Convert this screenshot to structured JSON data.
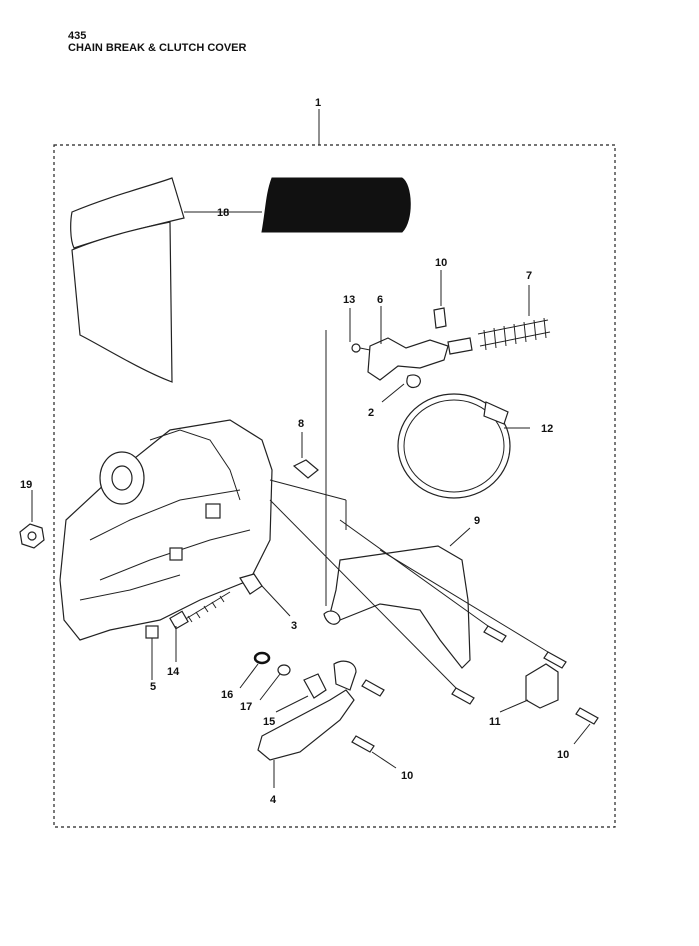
{
  "header": {
    "model": "435",
    "title": "CHAIN BREAK & CLUTCH COVER"
  },
  "callouts": [
    {
      "id": "c1",
      "label": "1"
    },
    {
      "id": "c18",
      "label": "18"
    },
    {
      "id": "c10a",
      "label": "10"
    },
    {
      "id": "c7",
      "label": "7"
    },
    {
      "id": "c13",
      "label": "13"
    },
    {
      "id": "c6",
      "label": "6"
    },
    {
      "id": "c2",
      "label": "2"
    },
    {
      "id": "c12",
      "label": "12"
    },
    {
      "id": "c8",
      "label": "8"
    },
    {
      "id": "c19",
      "label": "19"
    },
    {
      "id": "c9",
      "label": "9"
    },
    {
      "id": "c3",
      "label": "3"
    },
    {
      "id": "c14",
      "label": "14"
    },
    {
      "id": "c5",
      "label": "5"
    },
    {
      "id": "c16",
      "label": "16"
    },
    {
      "id": "c17",
      "label": "17"
    },
    {
      "id": "c15",
      "label": "15"
    },
    {
      "id": "c11",
      "label": "11"
    },
    {
      "id": "c10b",
      "label": "10"
    },
    {
      "id": "c10c",
      "label": "10"
    },
    {
      "id": "c4",
      "label": "4"
    }
  ]
}
